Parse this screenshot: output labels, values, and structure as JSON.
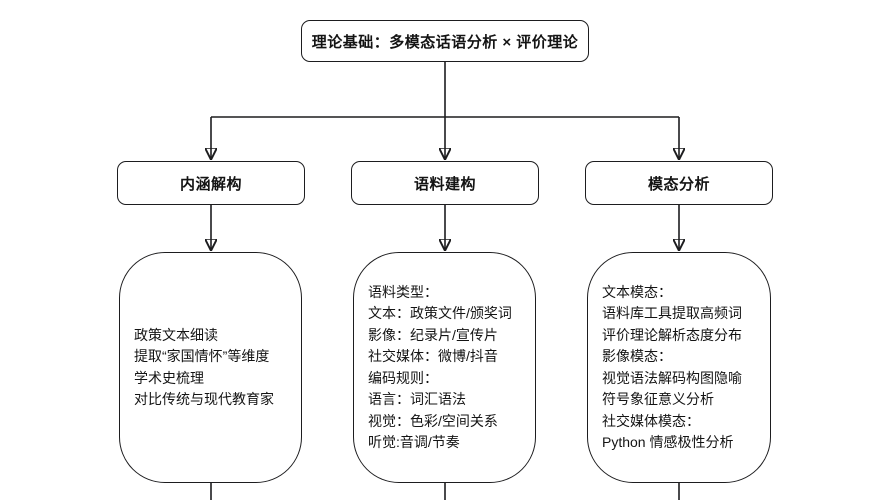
{
  "colors": {
    "stroke": "#1d1d1f",
    "text": "#141414",
    "background": "#ffffff"
  },
  "root": {
    "label": "理论基础：多模态话语分析 × 评价理论"
  },
  "branches": [
    {
      "label": "内涵解构",
      "details": [
        "政策文本细读",
        "提取“家国情怀”等维度",
        "学术史梳理",
        "对比传统与现代教育家"
      ]
    },
    {
      "label": "语料建构",
      "details": [
        "语料类型：",
        "文本：政策文件/颁奖词",
        "影像：纪录片/宣传片",
        "社交媒体：微博/抖音",
        "编码规则：",
        "语言：词汇语法",
        "视觉：色彩/空间关系",
        "听觉:音调/节奏"
      ]
    },
    {
      "label": "模态分析",
      "details": [
        "文本模态：",
        "语料库工具提取高频词",
        "评价理论解析态度分布",
        "影像模态：",
        "视觉语法解码构图隐喻",
        "符号象征意义分析",
        "社交媒体模态：",
        "Python 情感极性分析"
      ]
    }
  ]
}
